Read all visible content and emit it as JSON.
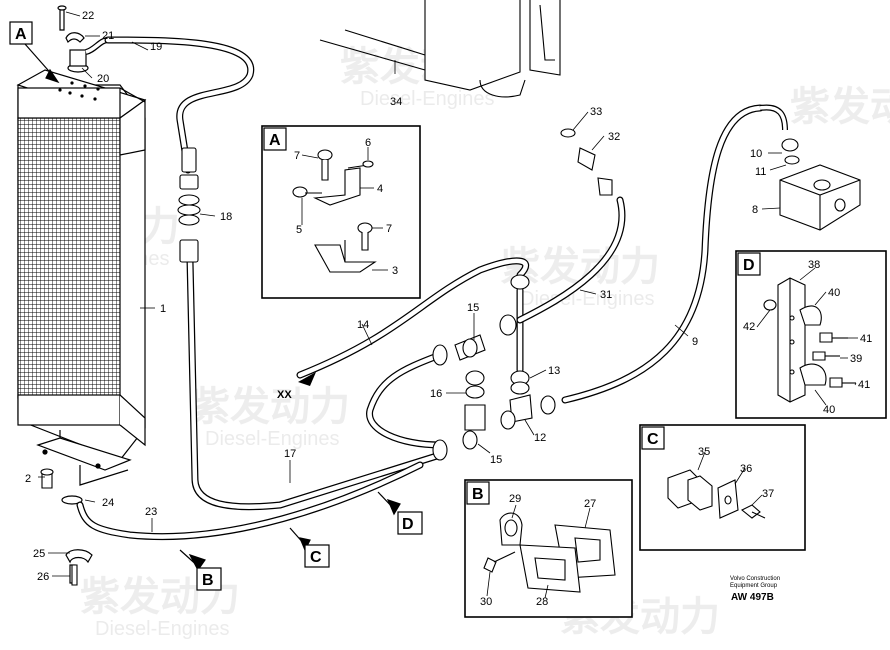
{
  "callouts": {
    "c1": "1",
    "c2": "2",
    "c3": "3",
    "c4": "4",
    "c5": "5",
    "c6": "6",
    "c7": "7",
    "c8": "8",
    "c9": "9",
    "c10": "10",
    "c11": "11",
    "c12": "12",
    "c13": "13",
    "c14": "14",
    "c15": "15",
    "c16": "16",
    "c17": "17",
    "c18": "18",
    "c19": "19",
    "c20": "20",
    "c21": "21",
    "c22": "22",
    "c23": "23",
    "c24": "24",
    "c25": "25",
    "c26": "26",
    "c27": "27",
    "c28": "28",
    "c29": "29",
    "c30": "30",
    "c31": "31",
    "c32": "32",
    "c33": "33",
    "c34": "34",
    "c35": "35",
    "c36": "36",
    "c37": "37",
    "c38": "38",
    "c39": "39",
    "c40": "40",
    "c41": "41",
    "c42": "42"
  },
  "box_labels": {
    "A": "A",
    "B": "B",
    "C": "C",
    "D": "D"
  },
  "xx_label": "XX",
  "footer": {
    "company_line1": "Volvo Construction",
    "company_line2": "Equipment Group",
    "drawing_no": "AW 497B"
  },
  "watermark": {
    "cn": "紫发动力",
    "en": "Diesel-Engines"
  }
}
